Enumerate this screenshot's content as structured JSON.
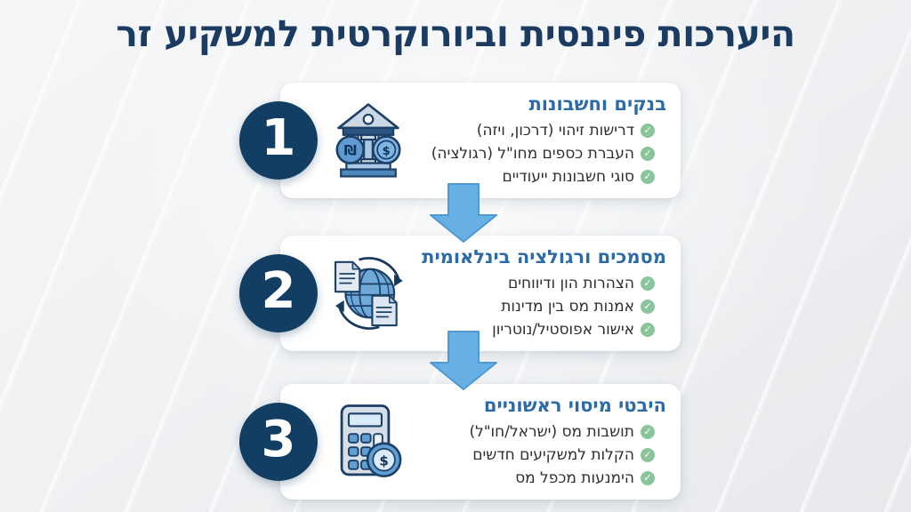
{
  "title": "היערכות פיננסית וביורוקרטית למשקיע זר",
  "colors": {
    "background": "#eff1f3",
    "title_text": "#1c3b61",
    "card_background": "#ffffff",
    "step_heading": "#2d6ba7",
    "number_badge": "#133e63",
    "check_green": "#8ac49a",
    "arrow_blue": "#67b0e6",
    "icon_navy": "#1d4166",
    "icon_blue": "#5f9fd4"
  },
  "cards": [
    {
      "number": "1",
      "icon": "bank-icon",
      "heading": "בנקים וחשבונות",
      "items": [
        "דרישות זיהוי (דרכון, ויזה)",
        "העברת כספים מחו\"ל (רגולציה)",
        "סוגי חשבונות ייעודיים"
      ]
    },
    {
      "number": "2",
      "icon": "documents-globe-icon",
      "heading": "מסמכים ורגולציה בינלאומית",
      "items": [
        "הצהרות הון ודיווחים",
        "אמנות מס בין מדינות",
        "אישור אפוסטיל/נוטריון"
      ]
    },
    {
      "number": "3",
      "icon": "calculator-icon",
      "heading": "היבטי מיסוי ראשוניים",
      "items": [
        "תושבות מס (ישראל/חו\"ל)",
        "הקלות למשקיעים חדשים",
        "הימנעות מכפל מס"
      ]
    }
  ],
  "check_glyph": "✓",
  "connectors": [
    "down-arrow",
    "down-arrow"
  ]
}
